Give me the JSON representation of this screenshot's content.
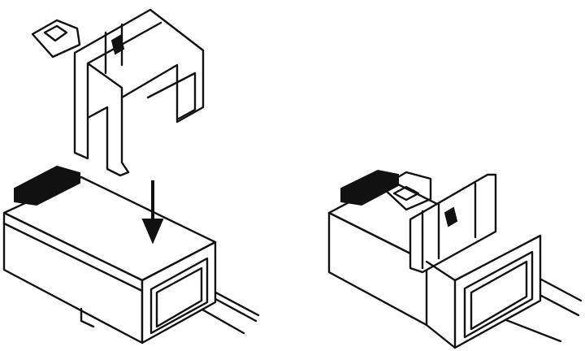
{
  "figures": [
    {
      "id": "before-assembly",
      "elements": [
        "connector-housing",
        "retainer-clip",
        "insertion-arrow",
        "wire"
      ]
    },
    {
      "id": "after-assembly",
      "elements": [
        "connector-housing",
        "retainer-clip",
        "wire"
      ]
    }
  ],
  "colors": {
    "line": "#111111",
    "background": "#ffffff"
  }
}
